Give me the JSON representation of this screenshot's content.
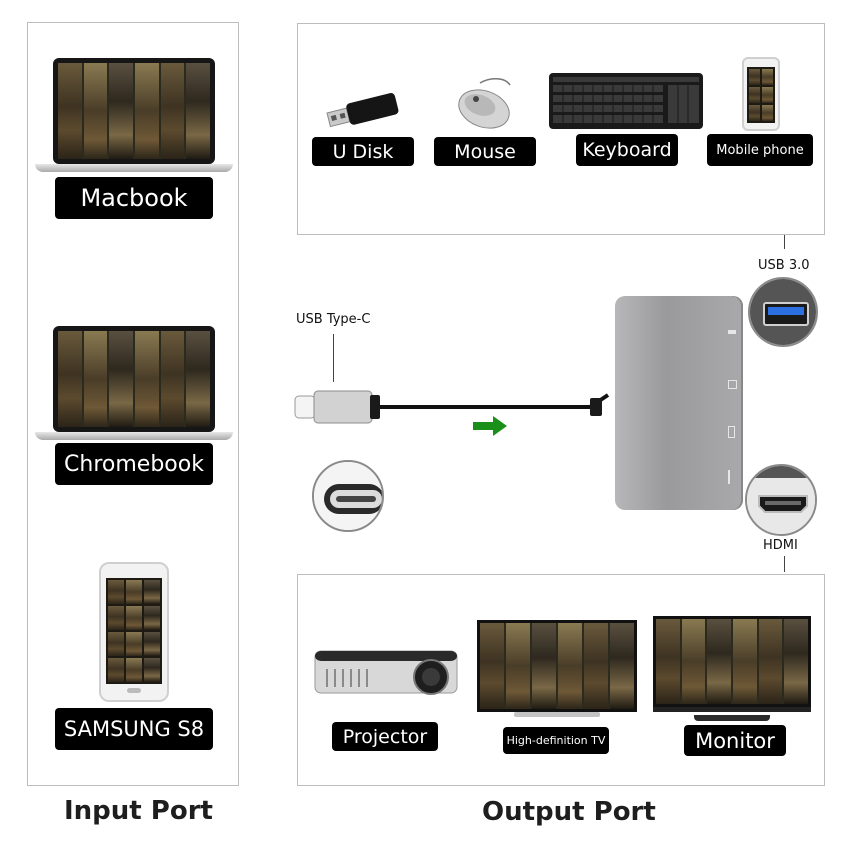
{
  "input_panel": {
    "title": "Input Port",
    "devices": [
      {
        "label": "Macbook"
      },
      {
        "label": "Chromebook"
      },
      {
        "label": "SAMSUNG S8"
      }
    ]
  },
  "output_panel": {
    "title": "Output Port",
    "usb_devices": [
      {
        "label": "U Disk"
      },
      {
        "label": "Mouse"
      },
      {
        "label": "Keyboard"
      },
      {
        "label": "Mobile phone"
      }
    ],
    "display_devices": [
      {
        "label": "Projector"
      },
      {
        "label": "High-definition TV"
      },
      {
        "label": "Monitor"
      }
    ]
  },
  "hub": {
    "cable_label": "USB Type-C",
    "usb_label": "USB 3.0",
    "hdmi_label": "HDMI"
  },
  "colors": {
    "label_bg": "#000000",
    "label_text": "#ffffff",
    "arrow": "#1a8f1a",
    "hub_body": "#a9a9ab",
    "panel_border": "#bdbdbd"
  }
}
